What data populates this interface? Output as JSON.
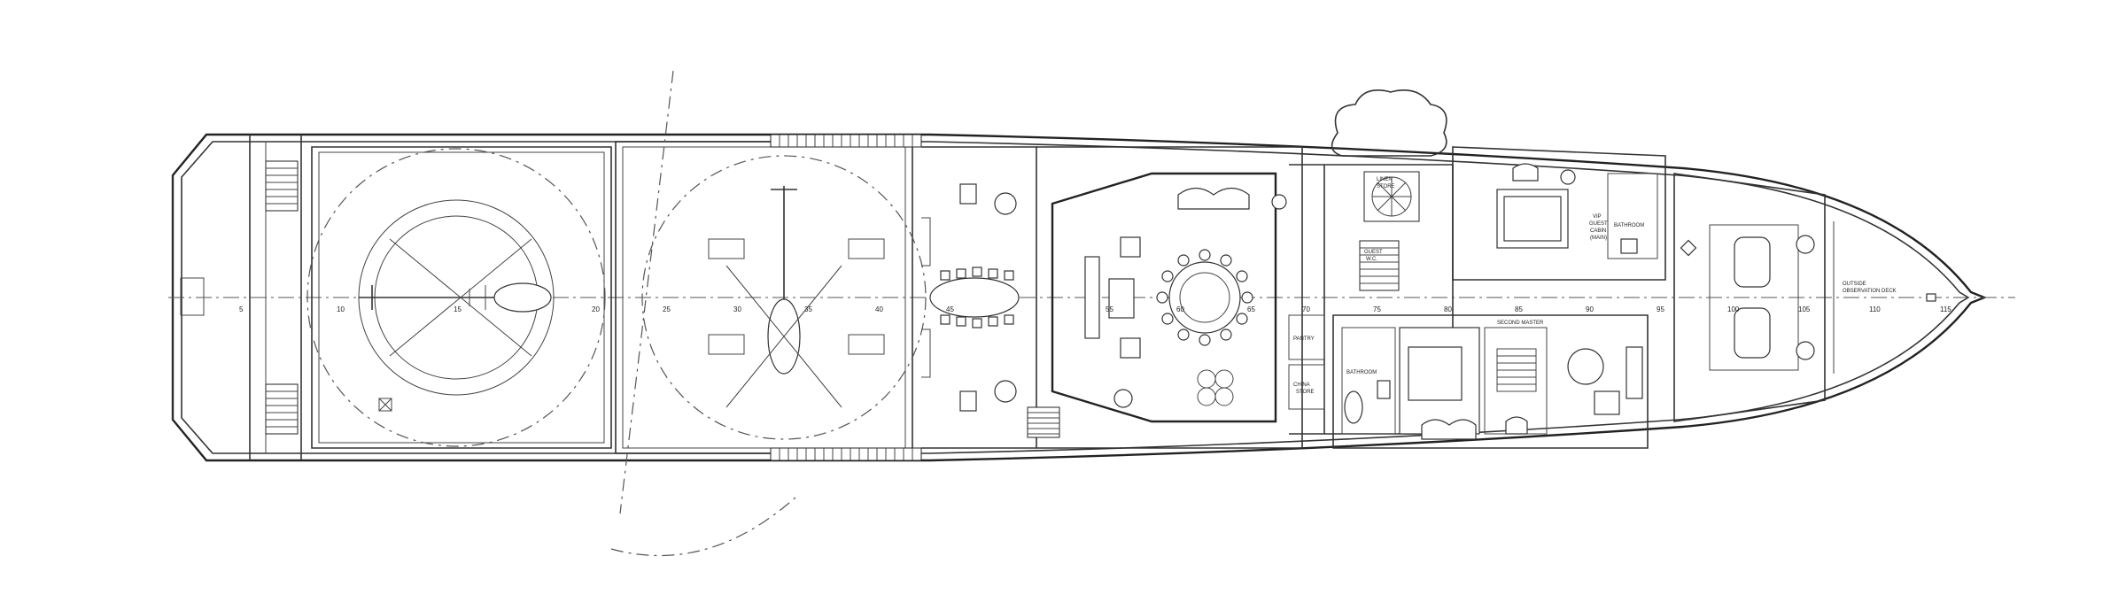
{
  "drawing": {
    "room_labels": {
      "vip_line1": "VIP",
      "vip_line2": "GUEST",
      "vip_line3": "CABIN",
      "vip_line4": "(MAIN)",
      "bathroom_1": "BATHROOM",
      "bathroom_2": "BATHROOM",
      "second_master": "SECOND MASTER",
      "linen": "LINEN",
      "linen_2": "STORE",
      "cold_store": "CHINA",
      "cold_store_2": "STORE",
      "pantry": "PANTRY",
      "outside_1": "OUTSIDE",
      "outside_2": "OBSERVATION DECK",
      "guest_wc": "GUEST",
      "guest_wc_2": "W.C."
    },
    "frame_numbers": [
      "5",
      "10",
      "15",
      "20",
      "25",
      "30",
      "35",
      "40",
      "45",
      "55",
      "60",
      "65",
      "70",
      "75",
      "80",
      "85",
      "90",
      "95",
      "100",
      "105",
      "110",
      "115"
    ],
    "style": {
      "line_color": "#333333",
      "background": "#ffffff"
    }
  }
}
